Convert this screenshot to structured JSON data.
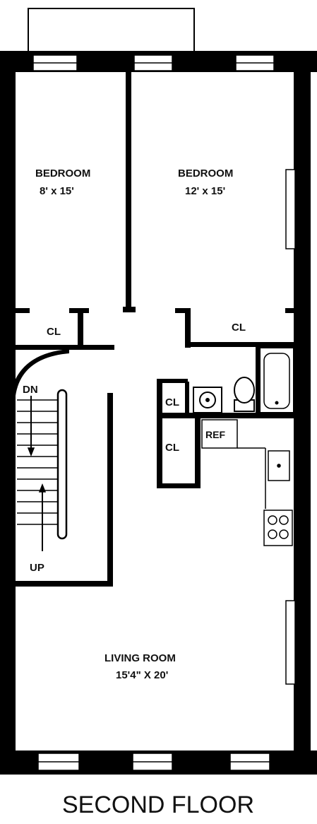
{
  "rooms": {
    "bedroom_left": {
      "name": "BEDROOM",
      "size": "8' x 15'"
    },
    "bedroom_right": {
      "name": "BEDROOM",
      "size": "12' x 15'"
    },
    "living_room": {
      "name": "LIVING ROOM",
      "size": "15'4\" X 20'"
    }
  },
  "closets": {
    "left": "CL",
    "right": "CL",
    "bath": "CL",
    "kitchen": "CL"
  },
  "stairs": {
    "down": "DN",
    "up": "UP"
  },
  "appliances": {
    "refrigerator": "REF"
  },
  "caption": "SECOND FLOOR"
}
